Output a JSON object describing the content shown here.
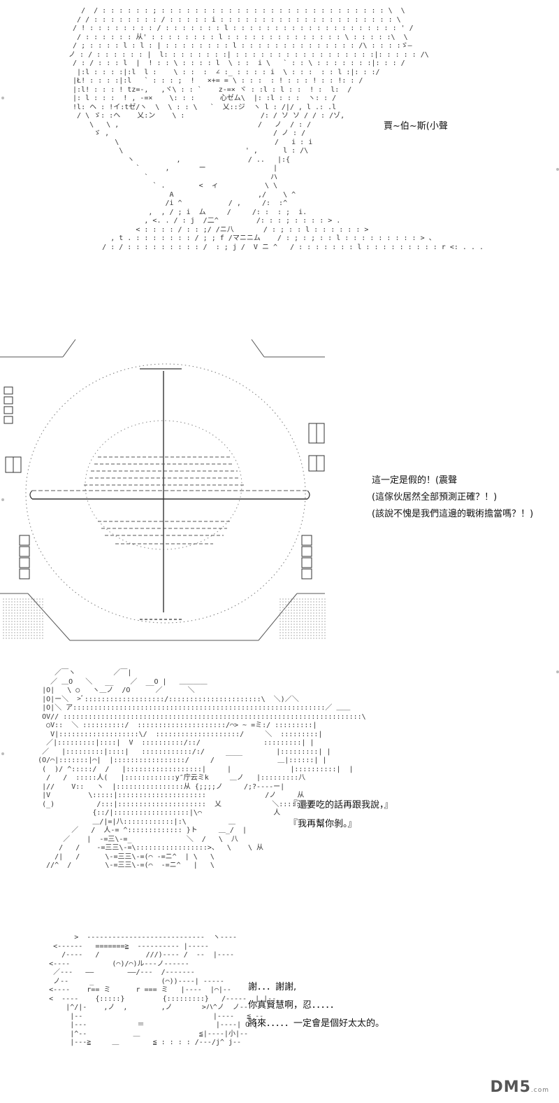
{
  "panels": [
    {
      "caption_lines": [
        "賈~伯~斯(小聲"
      ]
    },
    {
      "caption_lines": [
        "這一定是假的！(震聲",
        "(這傢伙居然全部預測正確？！)",
        "(該說不愧是我們這邊的戰術擔當嗎？！)"
      ]
    },
    {
      "caption_lines": [
        "『還要吃的話再跟我說，』",
        "『我再幫你剝。』"
      ]
    },
    {
      "caption_lines": [
        "謝．．．謝謝,",
        "你真賢慧啊，忍．．．．．",
        "將來．．．．．一定會是個好太太的。"
      ]
    }
  ],
  "watermark": {
    "text": "DM5",
    "sub": ".com"
  }
}
